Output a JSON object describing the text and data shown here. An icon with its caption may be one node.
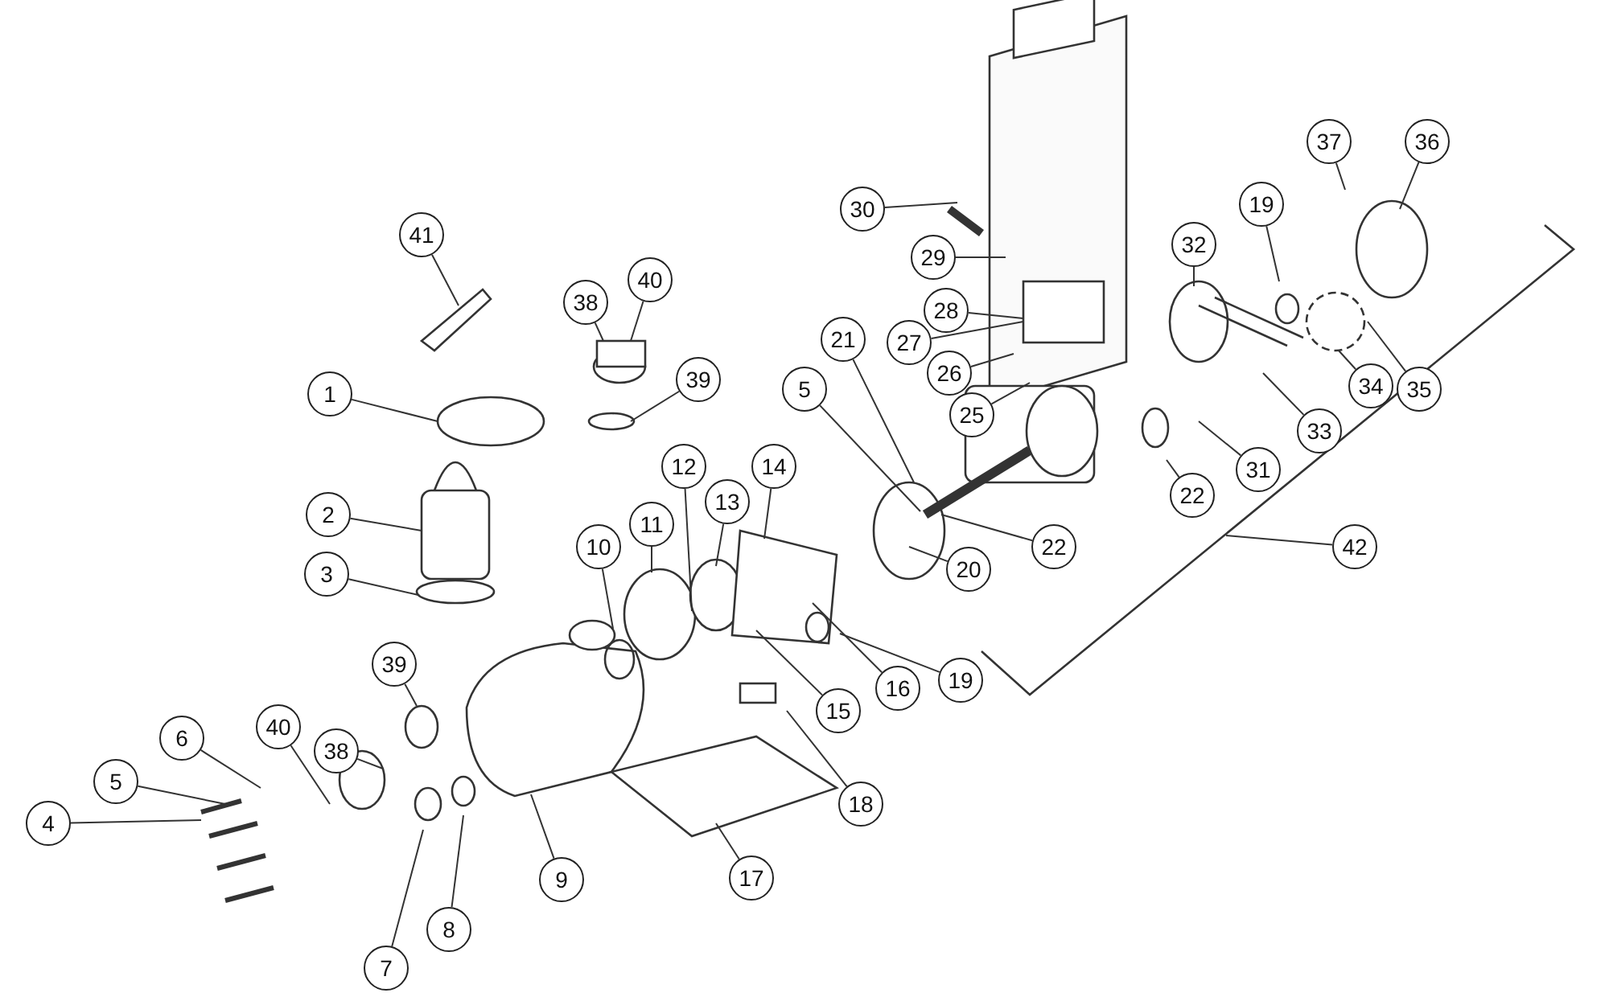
{
  "diagram": {
    "nodes": [
      {
        "text": [
          "37"
        ]
      },
      {
        "text": [
          "36"
        ]
      },
      {
        "text": [
          "29"
        ]
      },
      {
        "text": [
          "19"
        ]
      },
      {
        "text": [
          "32"
        ]
      },
      {
        "text": [
          "41"
        ]
      },
      {
        "text": [
          "30"
        ]
      },
      {
        "text": [
          "38"
        ]
      },
      {
        "text": [
          "40"
        ]
      },
      {
        "text": [
          "28"
        ]
      },
      {
        "text": [
          "21"
        ]
      },
      {
        "text": [
          "27"
        ]
      },
      {
        "text": [
          "39"
        ]
      },
      {
        "text": [
          "1"
        ]
      },
      {
        "text": [
          "26"
        ]
      },
      {
        "text": [
          "5"
        ]
      },
      {
        "text": [
          "25"
        ]
      },
      {
        "text": [
          "34"
        ]
      },
      {
        "text": [
          "35"
        ]
      },
      {
        "text": [
          "33"
        ]
      },
      {
        "text": [
          "22"
        ]
      },
      {
        "text": [
          "31"
        ]
      },
      {
        "text": [
          "14"
        ]
      },
      {
        "text": [
          "12"
        ]
      },
      {
        "text": [
          "13"
        ]
      },
      {
        "text": [
          "2"
        ]
      },
      {
        "text": [
          "11"
        ]
      },
      {
        "text": [
          "10"
        ]
      },
      {
        "text": [
          "42"
        ]
      },
      {
        "text": [
          "3"
        ]
      },
      {
        "text": [
          "22"
        ]
      },
      {
        "text": [
          "20"
        ]
      },
      {
        "text": [
          "19"
        ]
      },
      {
        "text": [
          "16"
        ]
      },
      {
        "text": [
          "15"
        ]
      },
      {
        "text": [
          "39"
        ]
      },
      {
        "text": [
          "6"
        ]
      },
      {
        "text": [
          "40"
        ]
      },
      {
        "text": [
          "38"
        ]
      },
      {
        "text": [
          "5"
        ]
      },
      {
        "text": [
          "18"
        ]
      },
      {
        "text": [
          "4"
        ]
      },
      {
        "text": [
          "17"
        ]
      },
      {
        "text": [
          "9"
        ]
      },
      {
        "text": [
          "8"
        ]
      },
      {
        "text": [
          "7"
        ]
      }
    ],
    "edges": [
      {
        "from": 0,
        "to": null,
        "arrow": "none"
      },
      {
        "from": 1,
        "to": null,
        "arrow": "none"
      },
      {
        "from": 2,
        "to": null,
        "arrow": "none"
      },
      {
        "from": 3,
        "to": null,
        "arrow": "none"
      },
      {
        "from": 4,
        "to": null,
        "arrow": "none"
      },
      {
        "from": 5,
        "to": null,
        "arrow": "none"
      },
      {
        "from": 6,
        "to": null,
        "arrow": "none"
      },
      {
        "from": 7,
        "to": null,
        "arrow": "none"
      },
      {
        "from": 8,
        "to": null,
        "arrow": "none"
      },
      {
        "from": 9,
        "to": null,
        "arrow": "none"
      },
      {
        "from": 10,
        "to": null,
        "arrow": "none"
      },
      {
        "from": 11,
        "to": null,
        "arrow": "none"
      },
      {
        "from": 12,
        "to": null,
        "arrow": "none"
      },
      {
        "from": 13,
        "to": null,
        "arrow": "none"
      },
      {
        "from": 14,
        "to": null,
        "arrow": "none"
      },
      {
        "from": 15,
        "to": null,
        "arrow": "none"
      },
      {
        "from": 16,
        "to": null,
        "arrow": "none"
      },
      {
        "from": 17,
        "to": null,
        "arrow": "none"
      },
      {
        "from": 18,
        "to": null,
        "arrow": "none"
      },
      {
        "from": 19,
        "to": null,
        "arrow": "none"
      },
      {
        "from": 20,
        "to": null,
        "arrow": "none"
      },
      {
        "from": 21,
        "to": null,
        "arrow": "none"
      },
      {
        "from": 22,
        "to": null,
        "arrow": "none"
      },
      {
        "from": 23,
        "to": null,
        "arrow": "none"
      },
      {
        "from": 24,
        "to": null,
        "arrow": "none"
      },
      {
        "from": 25,
        "to": null,
        "arrow": "none"
      },
      {
        "from": 26,
        "to": null,
        "arrow": "none"
      },
      {
        "from": 27,
        "to": null,
        "arrow": "none"
      },
      {
        "from": 28,
        "to": null,
        "arrow": "none"
      },
      {
        "from": 29,
        "to": null,
        "arrow": "none"
      },
      {
        "from": 30,
        "to": null,
        "arrow": "none"
      },
      {
        "from": 31,
        "to": null,
        "arrow": "none"
      },
      {
        "from": 32,
        "to": null,
        "arrow": "none"
      },
      {
        "from": 33,
        "to": null,
        "arrow": "none"
      },
      {
        "from": 34,
        "to": null,
        "arrow": "none"
      },
      {
        "from": 35,
        "to": null,
        "arrow": "none"
      },
      {
        "from": 36,
        "to": null,
        "arrow": "none"
      },
      {
        "from": 37,
        "to": null,
        "arrow": "none"
      },
      {
        "from": 38,
        "to": null,
        "arrow": "none"
      },
      {
        "from": 39,
        "to": null,
        "arrow": "none"
      },
      {
        "from": 40,
        "to": null,
        "arrow": "none"
      },
      {
        "from": 41,
        "to": null,
        "arrow": "none"
      },
      {
        "from": 42,
        "to": null,
        "arrow": "none"
      },
      {
        "from": 43,
        "to": null,
        "arrow": "none"
      },
      {
        "from": 44,
        "to": null,
        "arrow": "none"
      },
      {
        "from": 45,
        "to": null,
        "arrow": "none"
      }
    ]
  }
}
